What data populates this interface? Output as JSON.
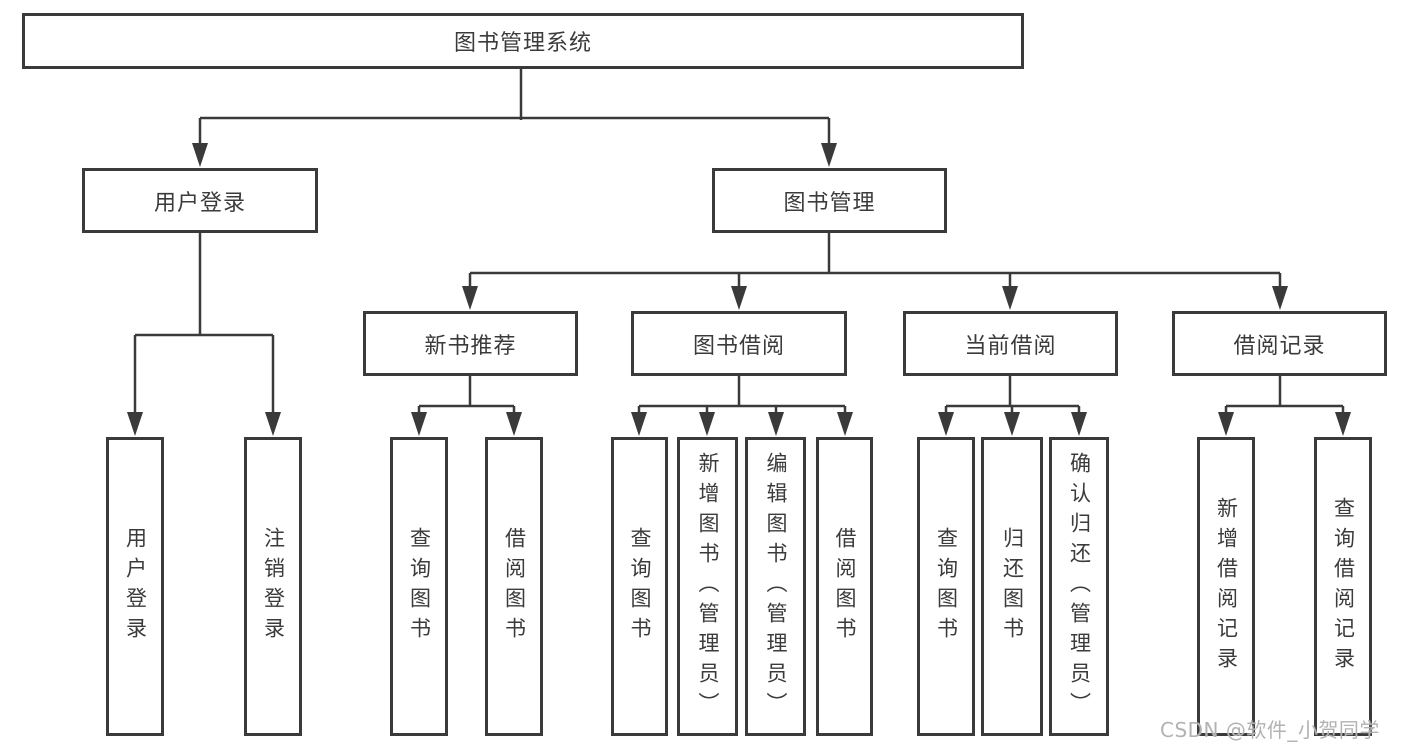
{
  "diagram": {
    "root": {
      "label": "图书管理系统",
      "children": [
        {
          "label": "用户登录",
          "children": [
            {
              "label": "用户登录"
            },
            {
              "label": "注销登录"
            }
          ]
        },
        {
          "label": "图书管理",
          "children": [
            {
              "label": "新书推荐",
              "children": [
                {
                  "label": "查询图书"
                },
                {
                  "label": "借阅图书"
                }
              ]
            },
            {
              "label": "图书借阅",
              "children": [
                {
                  "label": "查询图书"
                },
                {
                  "label": "新增图书（管理员）"
                },
                {
                  "label": "编辑图书（管理员）"
                },
                {
                  "label": "借阅图书"
                }
              ]
            },
            {
              "label": "当前借阅",
              "children": [
                {
                  "label": "查询图书"
                },
                {
                  "label": "归还图书"
                },
                {
                  "label": "确认归还（管理员）"
                }
              ]
            },
            {
              "label": "借阅记录",
              "children": [
                {
                  "label": "新增借阅记录"
                },
                {
                  "label": "查询借阅记录"
                }
              ]
            }
          ]
        }
      ]
    }
  },
  "watermark": {
    "text": "CSDN @软件_小贺同学"
  },
  "colors": {
    "line": "#3a3a3a",
    "text": "#3b3b3b",
    "background": "#ffffff",
    "watermark": "#aeaeae"
  }
}
